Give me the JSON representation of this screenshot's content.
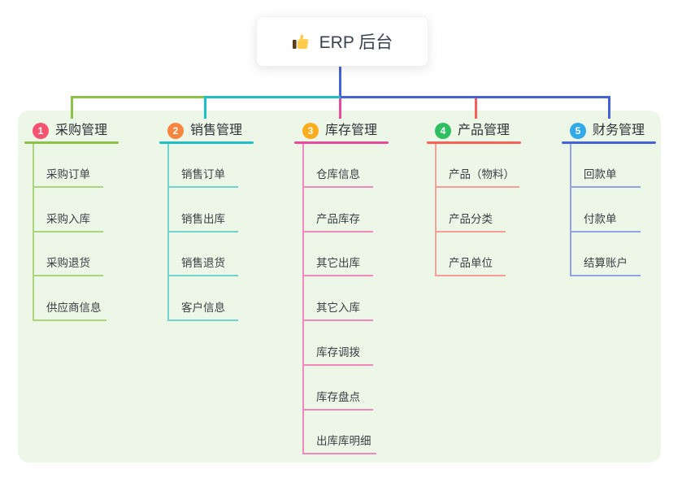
{
  "root": {
    "icon": "thumbs-up",
    "label": "ERP 后台",
    "line_color": "#4463d9"
  },
  "panel": {
    "bg_color": "#ecf7e7"
  },
  "branches": [
    {
      "num": "1",
      "title": "采购管理",
      "badge_color": "#f5536f",
      "line_color": "#8bc34a",
      "child_line_color": "#acd57e",
      "children": [
        "采购订单",
        "采购入库",
        "采购退货",
        "供应商信息"
      ]
    },
    {
      "num": "2",
      "title": "销售管理",
      "badge_color": "#f7853d",
      "line_color": "#1ec0c6",
      "child_line_color": "#72d2ce",
      "children": [
        "销售订单",
        "销售出库",
        "销售退货",
        "客户信息"
      ]
    },
    {
      "num": "3",
      "title": "库存管理",
      "badge_color": "#fcad1e",
      "line_color": "#e94a9c",
      "child_line_color": "#f187bc",
      "children": [
        "仓库信息",
        "产品库存",
        "其它出库",
        "其它入库",
        "库存调拨",
        "库存盘点",
        "出库库明细"
      ]
    },
    {
      "num": "4",
      "title": "产品管理",
      "badge_color": "#2fbf60",
      "line_color": "#f96057",
      "child_line_color": "#fb9c96",
      "children": [
        "产品（物料）",
        "产品分类",
        "产品单位"
      ]
    },
    {
      "num": "5",
      "title": "财务管理",
      "badge_color": "#32aae7",
      "line_color": "#4463d9",
      "child_line_color": "#92a2e6",
      "children": [
        "回款单",
        "付款单",
        "结算账户"
      ]
    }
  ]
}
